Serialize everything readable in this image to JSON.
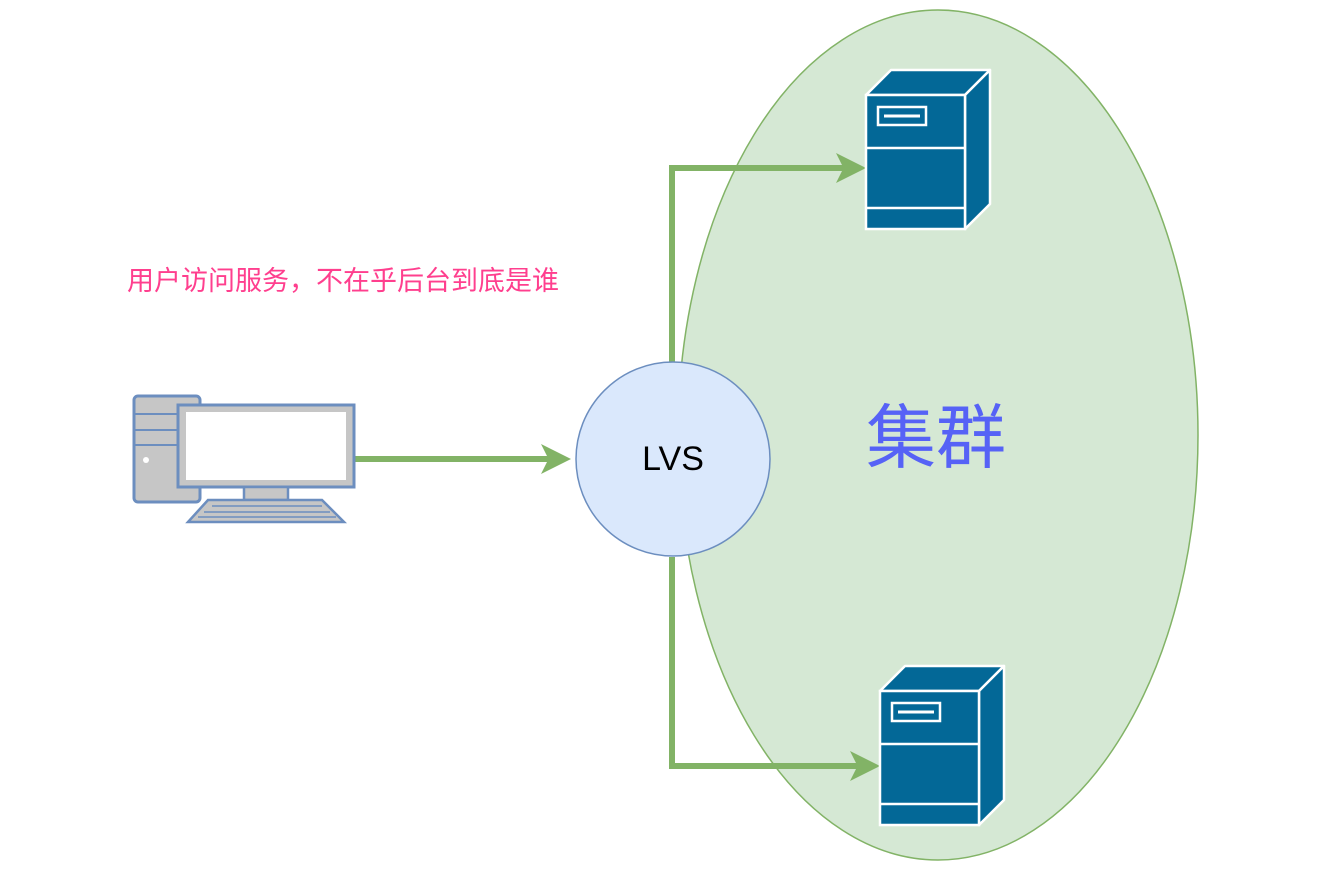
{
  "diagram": {
    "caption": "用户访问服务，不在乎后台到底是谁",
    "cluster_label": "集群",
    "lvs_label": "LVS",
    "nodes": [
      {
        "id": "client",
        "kind": "desktop-computer-icon"
      },
      {
        "id": "lvs",
        "kind": "circle",
        "label": "LVS"
      },
      {
        "id": "server-top",
        "kind": "server-tower-icon"
      },
      {
        "id": "server-bottom",
        "kind": "server-tower-icon"
      }
    ],
    "edges": [
      {
        "from": "client",
        "to": "lvs"
      },
      {
        "from": "lvs",
        "to": "server-top"
      },
      {
        "from": "lvs",
        "to": "server-bottom"
      }
    ]
  },
  "colors": {
    "caption": "#ff3f8e",
    "cluster_label": "#5662f6",
    "cluster_fill": "#d5e8d4",
    "cluster_stroke": "#82b366",
    "lvs_fill": "#dae8fc",
    "lvs_stroke": "#6c8ebf",
    "arrow": "#82b366",
    "server": "#036897",
    "computer_frame": "#6c8ebf",
    "computer_case": "#c6c6c6"
  }
}
